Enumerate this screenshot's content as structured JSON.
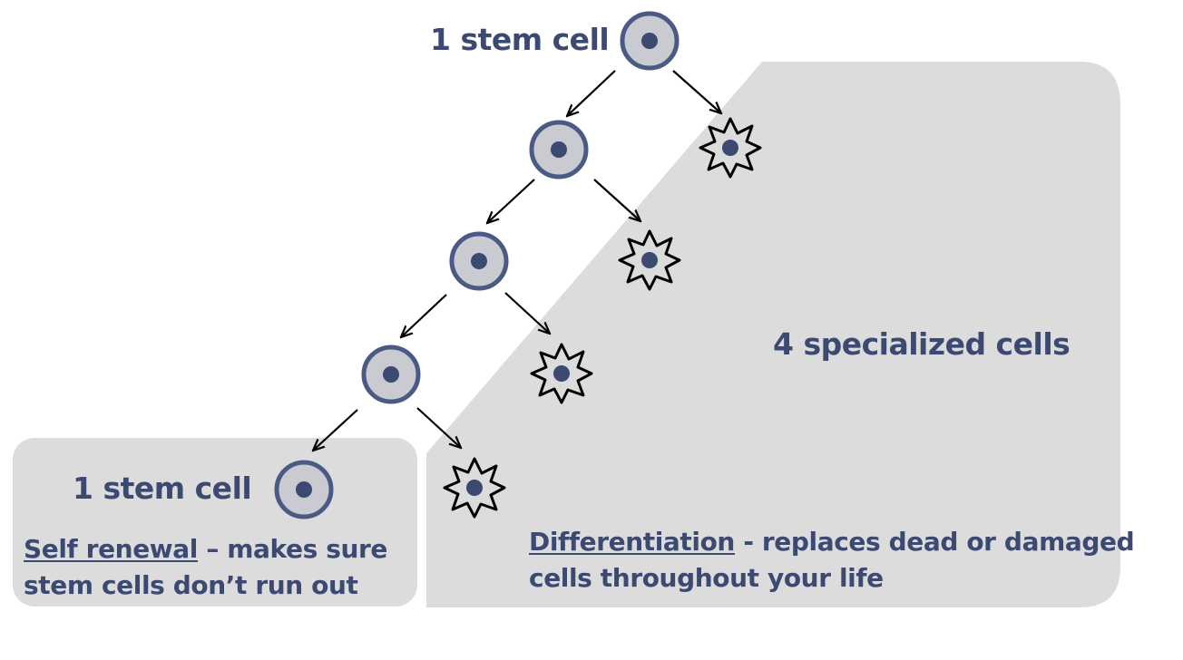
{
  "top_label": "1 stem cell",
  "bottom_label": "1 stem cell",
  "specialized_label": "4 specialized cells",
  "self_renewal": {
    "term": "Self renewal",
    "rest_line1": " – makes sure",
    "line2": "stem cells don’t run out"
  },
  "differentiation": {
    "term": "Differentiation",
    "rest_line1": " - replaces dead or damaged",
    "line2": "cells throughout your life"
  },
  "colors": {
    "text": "#3c4a72",
    "panel": "#dcdcdc",
    "cell_ring": "#4a5a84",
    "cell_fill": "#c9cbd0",
    "nucleus": "#3c4a72"
  }
}
